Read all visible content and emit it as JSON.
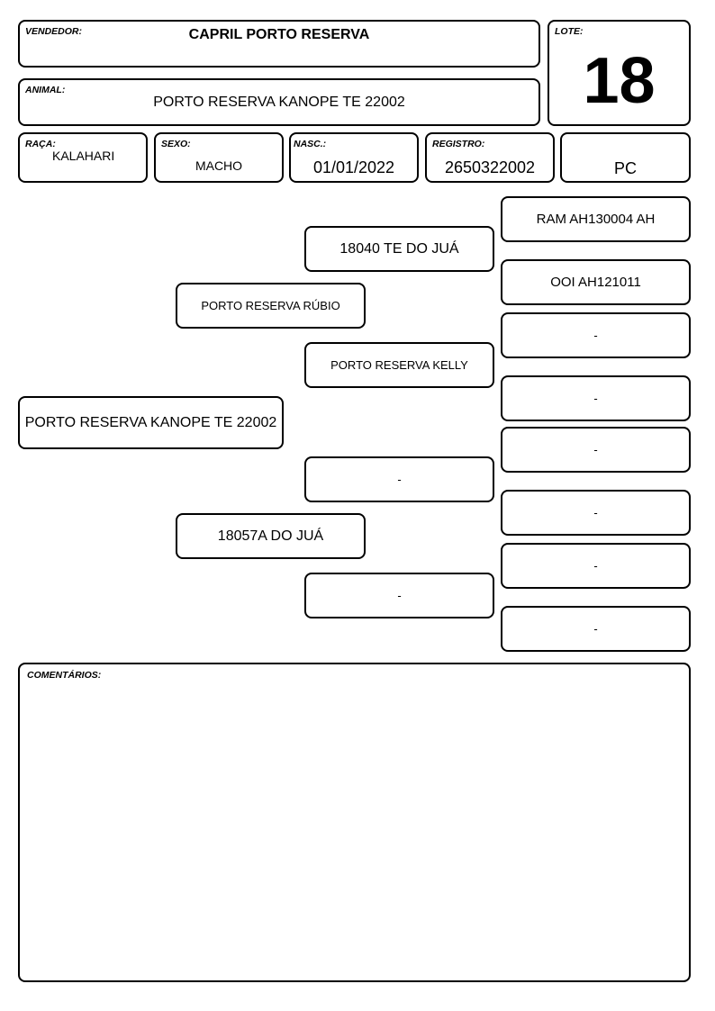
{
  "header": {
    "vendor_label": "VENDEDOR:",
    "vendor_value": "CAPRIL PORTO RESERVA",
    "lot_label": "LOTE:",
    "lot_value": "18",
    "animal_label": "ANIMAL:",
    "animal_value": "PORTO RESERVA KANOPE TE 22002"
  },
  "details": {
    "breed_label": "RAÇA:",
    "breed_value": "KALAHARI",
    "sex_label": "SEXO:",
    "sex_value": "MACHO",
    "birth_label": "NASC.:",
    "birth_value": "01/01/2022",
    "registry_label": "REGISTRO:",
    "registry_value": "2650322002",
    "category_value": "PC"
  },
  "pedigree": {
    "animal": "PORTO RESERVA KANOPE TE 22002",
    "sire": "PORTO RESERVA RÚBIO",
    "dam": "18057A DO JUÁ",
    "sire_sire": "18040 TE DO JUÁ",
    "sire_dam": "PORTO RESERVA KELLY",
    "dam_sire": "-",
    "dam_dam": "-",
    "ggp1": "RAM AH130004 AH",
    "ggp2": "OOI AH121011",
    "ggp3": "-",
    "ggp4": "-",
    "ggp5": "-",
    "ggp6": "-",
    "ggp7": "-",
    "ggp8": "-"
  },
  "comments": {
    "label": "COMENTÁRIOS:",
    "text": ""
  }
}
